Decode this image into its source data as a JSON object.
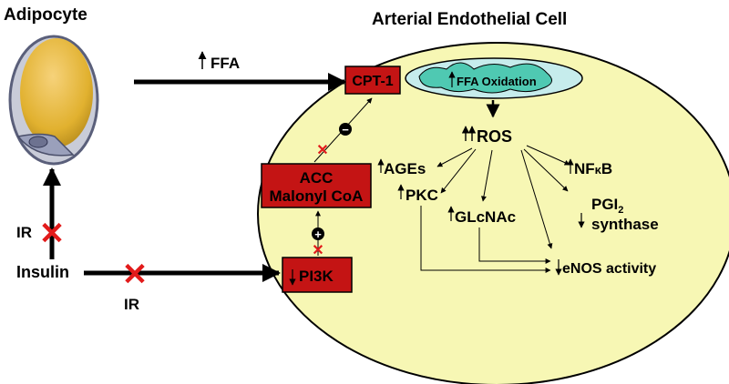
{
  "titles": {
    "adipocyte": "Adipocyte",
    "endothelial": "Arterial Endothelial Cell"
  },
  "labels": {
    "ffa": "FFA",
    "cpt1": "CPT-1",
    "ffa_oxidation": "FFA Oxidation",
    "ros": "ROS",
    "acc_line1": "ACC",
    "acc_line2": "Malonyl CoA",
    "pi3k": "PI3K",
    "ages": "AGEs",
    "pkc": "PKC",
    "glcnac": "GLcNAc",
    "nfkb_nf": "NF",
    "nfkb_kappa": "κ",
    "nfkb_b": "B",
    "pgi2_main": "PGI",
    "pgi2_sub": "2",
    "synthase": "synthase",
    "enos": "eNOS activity",
    "insulin": "Insulin",
    "ir_left": "IR",
    "ir_bottom": "IR",
    "minus_sign": "−",
    "plus_sign": "+"
  },
  "colors": {
    "cell_fill": "#f7f7b4",
    "box_fill": "#c41414",
    "oxidation_fill": "#c6ecec",
    "mito_fill": "#4fc9b2",
    "x_mark": "#e21b1b",
    "adipocyte_lipid": "#e1b12f"
  }
}
